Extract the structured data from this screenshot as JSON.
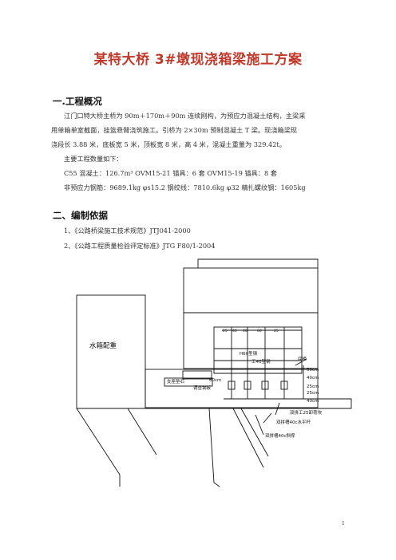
{
  "title": "某特大桥 3#墩现浇箱梁施工方案",
  "section1": {
    "heading": "一.工程概况",
    "para1_line1": "江门口特大桥主桥为 90m＋170m＋90m 连续刚构，为预应力混凝土结构，主梁采",
    "para1_line2": "用单箱单室截面，挂篮悬臂浇筑施工。引桥为 2×30m 预制混凝土 T 梁。现浇箱梁现",
    "para1_line3": "浇段长 3.88 米，底板宽 5 米，顶板宽 8 米，高 4 米，混凝土重量为 329.42t。",
    "qty_intro": "主要工程数量如下：",
    "qty_line1": "C55 混凝土：126.7m³     OVM15-21 锚具：6 套      OVM15-19 锚具：8 套",
    "qty_line2": "非预应力钢筋：9689.1kg   φs15.2 钢绞线：7810.6kg   φ32 精扎螺纹钢：1605kg"
  },
  "section2": {
    "heading": "二、编制依据",
    "ref1": "1、《公路桥梁施工技术规范》JTJ041-2000",
    "ref2": "2、《公路工程质量检验评定标准》JTG F80/1-2004"
  },
  "drawing": {
    "label_water_tank": "水箱配重",
    "label_support_stone": "支座垫石",
    "label_adjust_plate": "调查钢板",
    "label_60cm": "60cm",
    "label_h60": "H60型钢",
    "label_i40": "工40型钢",
    "label_bottom_form": "底模",
    "label_top_dims": [
      "25",
      "40",
      "40",
      "60",
      "25"
    ],
    "label_right_dims": [
      "50cm",
      "40cm",
      "25cm",
      "25cm",
      "40cm"
    ],
    "label_unload_block": "双拼工25卸荷块",
    "label_horizontal_bar": "双拼槽40c水平杆",
    "label_diagonal_brace": "双拼槽40c斜撑"
  },
  "page_number": "1"
}
